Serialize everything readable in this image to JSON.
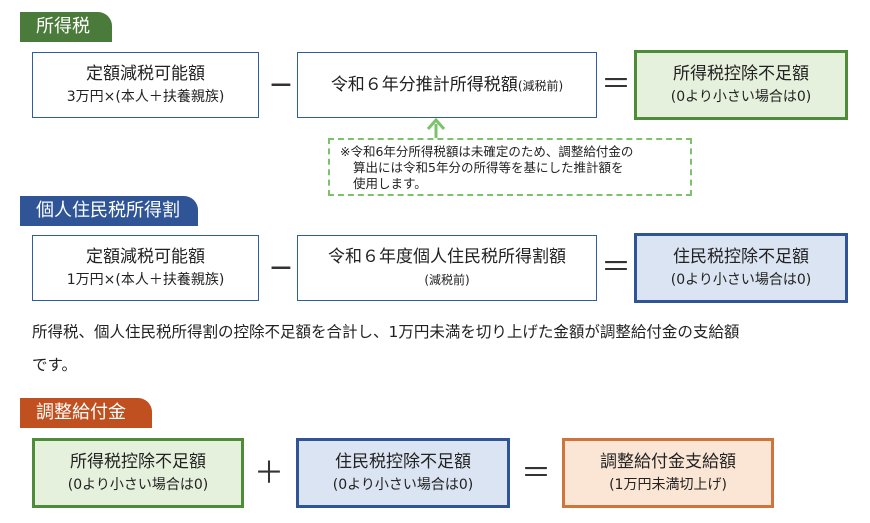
{
  "income_tax": {
    "tag": "所得税",
    "box1": {
      "line1": "定額減税可能額",
      "line2": "3万円×(本人＋扶養親族)"
    },
    "op_minus": "−",
    "box2": {
      "main": "令和６年分推計所得税額",
      "suffix": "(減税前)"
    },
    "op_equals": "＝",
    "box3": {
      "line1": "所得税控除不足額",
      "line2": "(0より小さい場合は0)"
    },
    "note": {
      "line1": "※令和6年分所得税額は未確定のため、調整給付金の",
      "line2": "算出には令和5年分の所得等を基にした推計額を",
      "line3": "使用します。"
    }
  },
  "resident_tax": {
    "tag": "個人住民税所得割",
    "box1": {
      "line1": "定額減税可能額",
      "line2": "1万円×(本人＋扶養親族)"
    },
    "op_minus": "−",
    "box2": {
      "line1": "令和６年度個人住民税所得割額",
      "line2": "(減税前)"
    },
    "op_equals": "＝",
    "box3": {
      "line1": "住民税控除不足額",
      "line2": "(0より小さい場合は0)"
    }
  },
  "explanation": {
    "line1": "所得税、個人住民税所得割の控除不足額を合計し、1万円未満を切り上げた金額が調整給付金の支給額",
    "line2": "です。"
  },
  "adjustment_benefit": {
    "tag": "調整給付金",
    "box1": {
      "line1": "所得税控除不足額",
      "line2": "(0より小さい場合は0)"
    },
    "op_plus": "＋",
    "box2": {
      "line1": "住民税控除不足額",
      "line2": "(0より小さい場合は0)"
    },
    "op_equals": "＝",
    "box3": {
      "line1": "調整給付金支給額",
      "line2": "(1万円未満切上げ)"
    }
  },
  "colors": {
    "green": "#4e8c3a",
    "blue": "#2f5597",
    "orange": "#c0501f",
    "note_border": "#7cc26b"
  }
}
